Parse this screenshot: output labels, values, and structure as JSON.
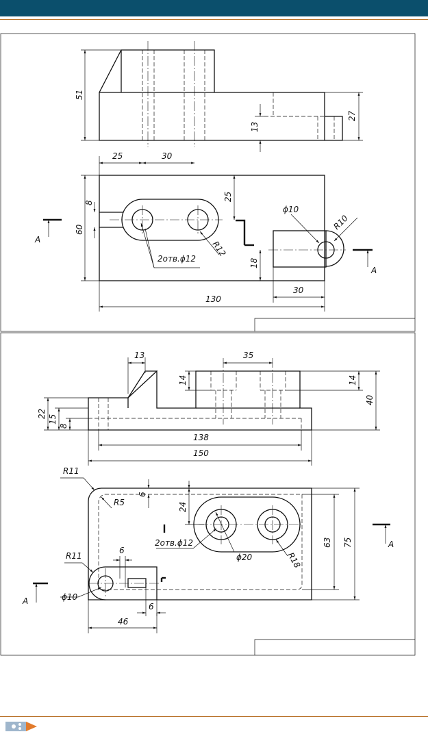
{
  "drawing1": {
    "dims": {
      "height_51": "51",
      "height_27": "27",
      "height_13": "13",
      "h_25": "25",
      "h_30": "30",
      "v_8": "8",
      "v_60": "60",
      "v_25": "25",
      "v_18": "18",
      "h_30b": "30",
      "h_130": "130",
      "dia_10": "ϕ10",
      "rad_10": "R10",
      "rad_12": "R12",
      "holes": "2отв.ϕ12"
    },
    "section_label_left": "A",
    "section_label_right": "A"
  },
  "drawing2": {
    "dims": {
      "h_13": "13",
      "h_35": "35",
      "v_14a": "14",
      "v_14b": "14",
      "v_40": "40",
      "v_22": "22",
      "v_15": "15",
      "v_8": "8",
      "h_138": "138",
      "h_150": "150",
      "rad_11a": "R11",
      "rad_5": "R5",
      "v_6a": "6",
      "v_24": "24",
      "holes": "2отв.ϕ12",
      "dia_20": "ϕ20",
      "rad_18": "R18",
      "v_63": "63",
      "v_75": "75",
      "rad_11b": "R11",
      "h_6b": "6",
      "dia_10": "ϕ10",
      "h_6c": "6",
      "h_46": "46"
    },
    "section_label_left": "A",
    "section_label_right": "A"
  },
  "colors": {
    "header": "#0b4f6c",
    "rule": "#b8722a",
    "ink": "#111111"
  }
}
